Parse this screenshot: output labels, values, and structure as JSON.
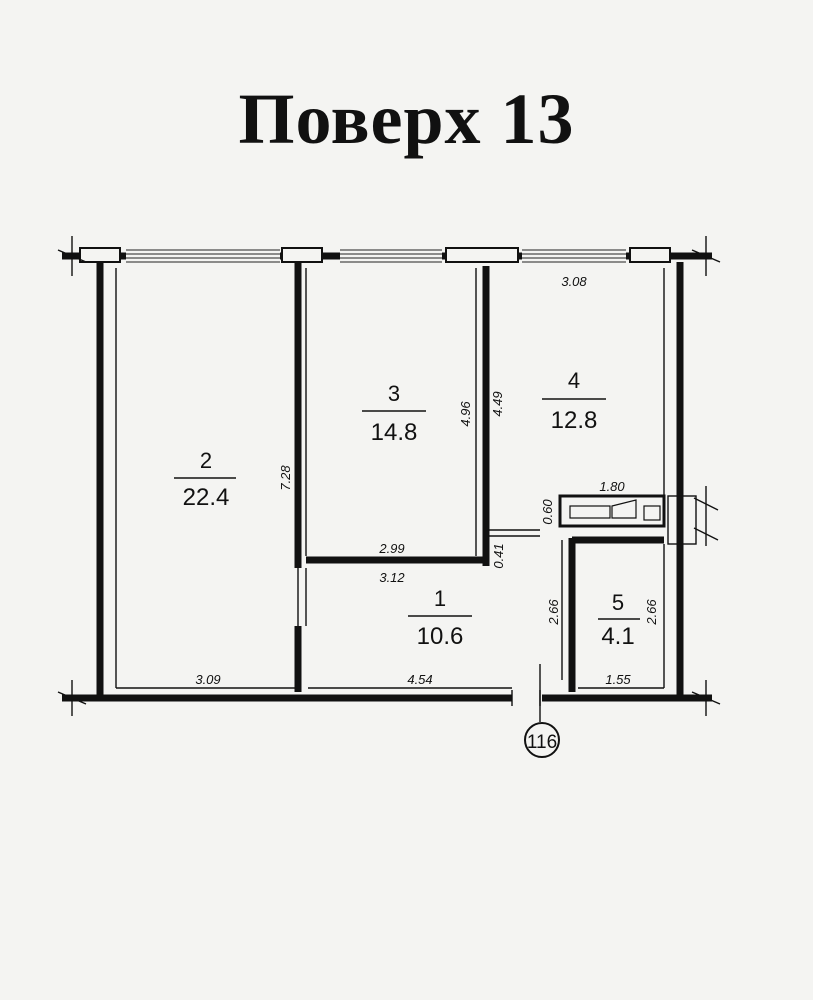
{
  "title": "Поверх 13",
  "rooms": [
    {
      "number": "1",
      "area": "10.6"
    },
    {
      "number": "2",
      "area": "22.4"
    },
    {
      "number": "3",
      "area": "14.8"
    },
    {
      "number": "4",
      "area": "12.8"
    },
    {
      "number": "5",
      "area": "4.1"
    }
  ],
  "dimensions": {
    "room4_width": "3.08",
    "room3_wall_left": "4.96",
    "room4_wall_left": "4.49",
    "room2_depth": "7.28",
    "room3_bottom_inner": "2.99",
    "room1_top": "3.12",
    "partition": "0.41",
    "bath_width": "1.80",
    "bath_depth": "0.60",
    "room5_left": "2.66",
    "room5_right": "2.66",
    "room2_bottom": "3.09",
    "room1_bottom": "4.54",
    "room5_bottom": "1.55"
  },
  "axis_marker": "116"
}
